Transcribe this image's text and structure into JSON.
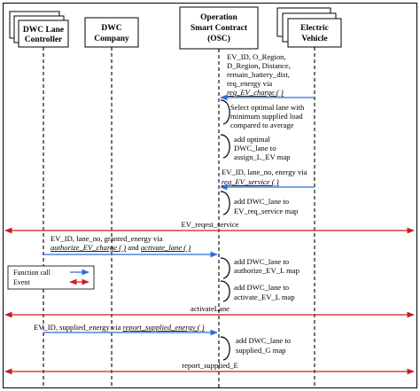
{
  "participants": [
    {
      "id": "lane",
      "name_lines": [
        "DWC Lane",
        "Controller"
      ],
      "stacked": true
    },
    {
      "id": "company",
      "name_lines": [
        "DWC",
        "Company"
      ],
      "stacked": false
    },
    {
      "id": "osc",
      "name_lines": [
        "Operation",
        "Smart Contract",
        "(OSC)"
      ],
      "stacked": false
    },
    {
      "id": "ev",
      "name_lines": [
        "Electric",
        "Vehicle"
      ],
      "stacked": true
    }
  ],
  "messages": [
    {
      "id": "m1",
      "lines": [
        "EV_ID, O_Region,",
        "D_Region, Distance,",
        "remain_battery_dist,",
        "req_energy via"
      ],
      "italic_line": "req_EV_charge ( )"
    },
    {
      "id": "m2",
      "lines": [
        "EV_ID, lane_no, energy via"
      ],
      "italic_line": "req_EV_service ( )"
    },
    {
      "id": "m3",
      "line1": "EV_ID, lane_no, granted_energy via",
      "line2_italic_a": "authorize_EV_charge ( )",
      "line2_plain": " and ",
      "line2_italic_b": "activate_lane ( )"
    },
    {
      "id": "m4",
      "plain": "EV_ID, supplied_energy via ",
      "italic": "report_supplied_energy ( )"
    }
  ],
  "self_calls": [
    {
      "id": "s1",
      "lines": [
        "Select optimal lane with",
        "minimum supplied load",
        "compared to average"
      ]
    },
    {
      "id": "s2",
      "lines": [
        "add optimal",
        "DWC_lane to",
        "assign_L_EV map"
      ]
    },
    {
      "id": "s3",
      "lines": [
        "add DWC_lane to",
        "EV_req_service map"
      ]
    },
    {
      "id": "s4",
      "lines": [
        "add DWC_lane to",
        "authorize_EV_L map"
      ]
    },
    {
      "id": "s5",
      "lines": [
        "add DWC_lane to",
        "activate_EV_L  map"
      ]
    },
    {
      "id": "s6",
      "lines": [
        "add DWC_lane to",
        "supplied_G map"
      ]
    }
  ],
  "events": [
    {
      "id": "e1",
      "label": "EV_reqest_service"
    },
    {
      "id": "e2",
      "label": "activateLane"
    },
    {
      "id": "e3",
      "label": "report_supplied_E"
    }
  ],
  "legend": {
    "function_call": "Function call",
    "event": "Event"
  },
  "colors": {
    "function_call": "#2a6fd6",
    "event": "#c81e1e",
    "lines": "#000000"
  }
}
